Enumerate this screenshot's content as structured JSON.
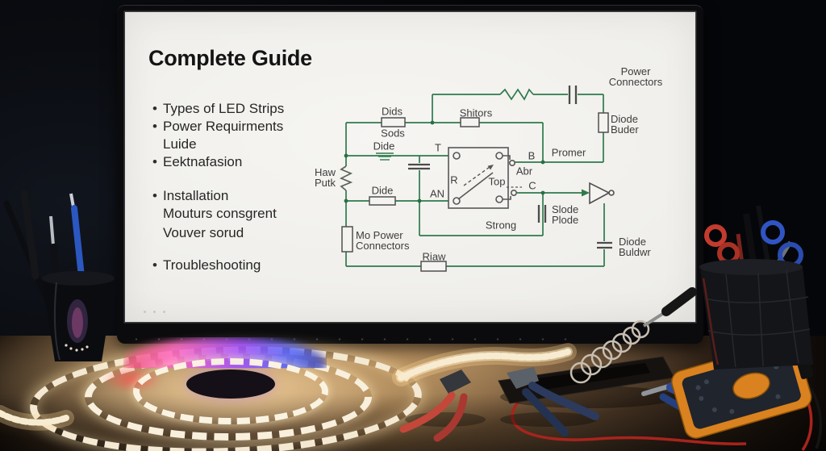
{
  "scene": {
    "description": "photo of a desk: monitor showing an LED strip guide slide with circuit schematic, LED strip reel glowing, electronics tools",
    "objects": [
      "monitor",
      "led-strip-reel",
      "led-strip",
      "pen-cup",
      "pens",
      "red-pliers",
      "blue-pliers",
      "soldering-iron",
      "soldering-iron-stand",
      "wire-stripper",
      "multimeter",
      "probe-wires",
      "mesh-cup",
      "red-scissors",
      "blue-scissors"
    ],
    "colors": {
      "wire_green": "#2e7a4c",
      "component_gray": "#4f4f4f",
      "screen_white": "#f1f0ed",
      "desk_wood": "#86643f",
      "multimeter_orange": "#d9821f",
      "led_glow": "#ffe9c0"
    }
  },
  "slide": {
    "title": "Complete Guide",
    "bullet_char": "•",
    "progress_dots": 3,
    "bullets": [
      {
        "lines": [
          "Types of LED Strips"
        ]
      },
      {
        "lines": [
          "Power Requirments",
          "Luide"
        ]
      },
      {
        "lines": [
          "Eektnafasion"
        ]
      },
      {
        "lines": [
          "Installation",
          "Mouturs consgrent",
          "Vouver sorud"
        ]
      },
      {
        "lines": [
          "Troubleshooting"
        ]
      }
    ]
  },
  "circuit": {
    "labels": {
      "dids": "Dids",
      "sods": "Sods",
      "dide_top": "Dide",
      "shitors": "Shitors",
      "haw1": "Haw",
      "haw2": "Putk",
      "dide_res": "Dide",
      "an": "AN",
      "t": "T",
      "r": "R",
      "top": "Top",
      "b": "B",
      "abr": "Abr",
      "c": "C",
      "promer": "Promer",
      "pc1": "Power",
      "pc2": "Connectors",
      "db1": "Diode",
      "db2": "Buder",
      "sp1": "Slode",
      "sp2": "Plode",
      "strong": "Strong",
      "mp1": "Mo Power",
      "mp2": "Connectors",
      "riaw": "Riaw",
      "dw1": "Diode",
      "dw2": "Buldwr"
    }
  }
}
